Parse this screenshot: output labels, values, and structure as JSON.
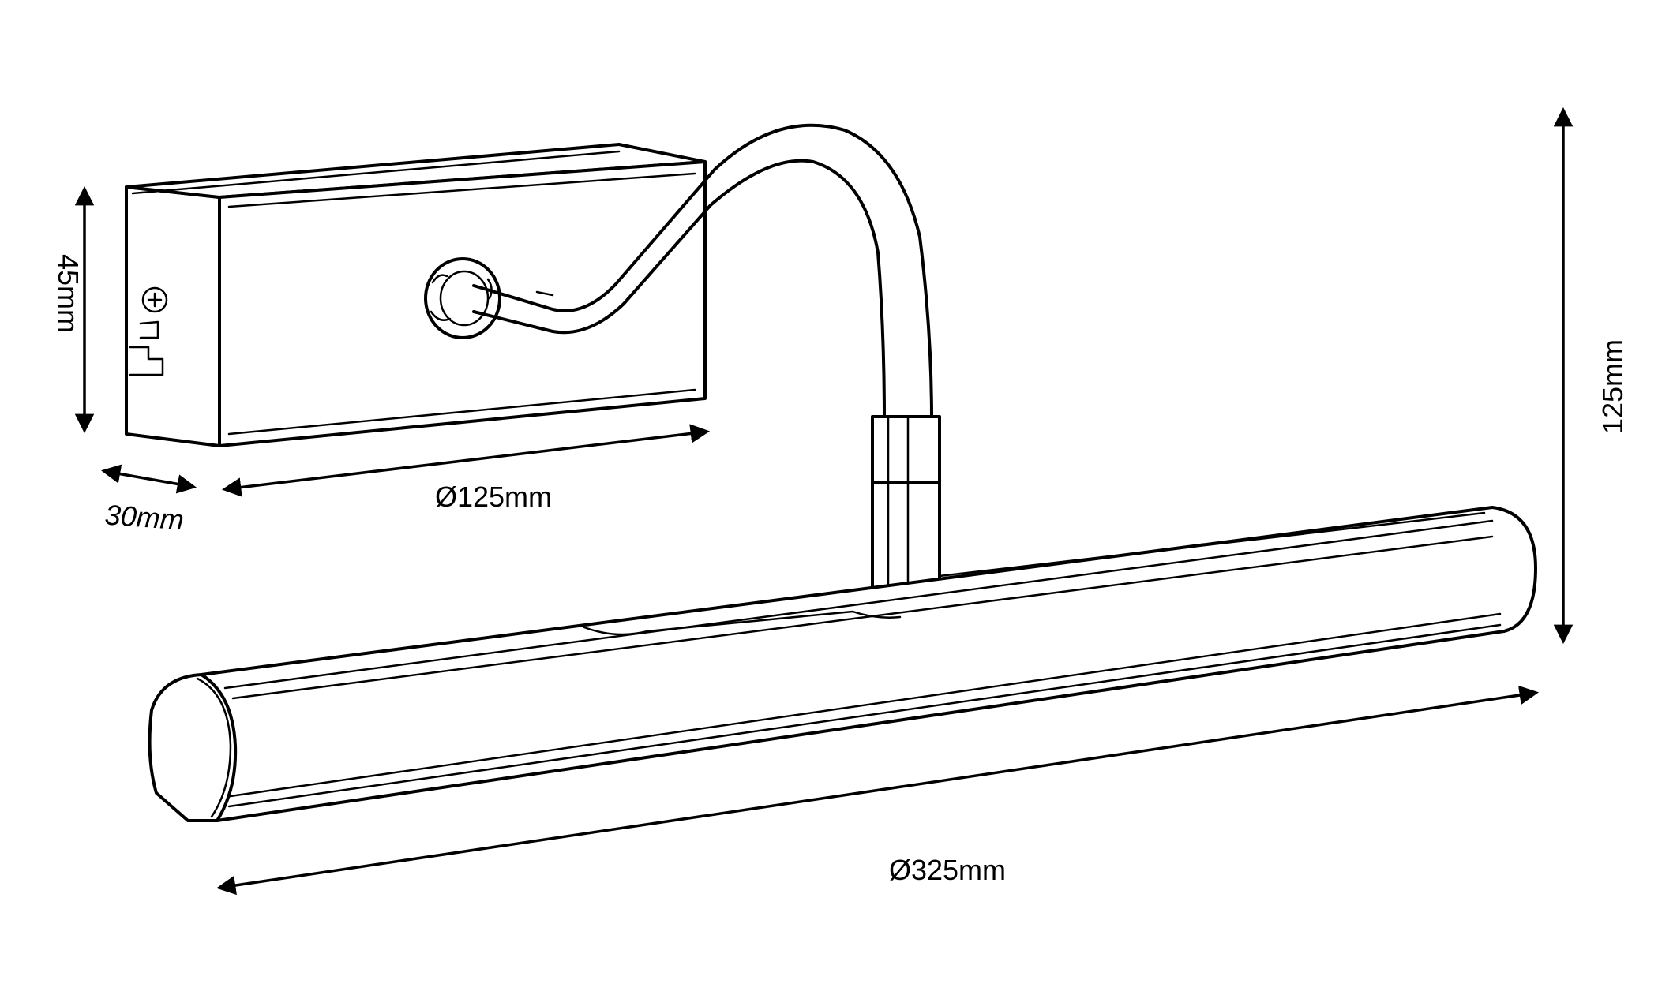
{
  "diagram": {
    "type": "technical-dimension-drawing",
    "ink_color": "#000000",
    "background_color": "#ffffff",
    "dimensions": {
      "height_box": "45mm",
      "depth_box": "30mm",
      "width_box": "Ø125mm",
      "total_height": "125mm",
      "total_width": "Ø325mm"
    }
  }
}
